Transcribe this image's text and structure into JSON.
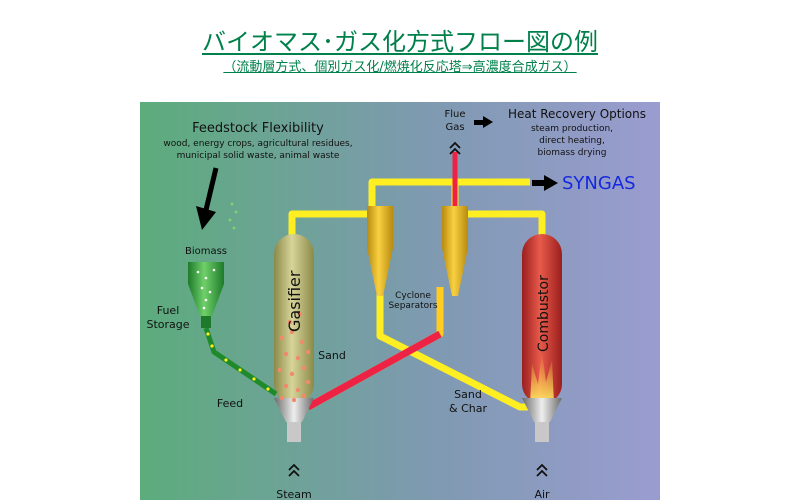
{
  "header": {
    "title": "バイオマス･ガス化方式フロー図の例",
    "subtitle": "（流動層方式、個別ガス化/燃焼化反応塔⇒高濃度合成ガス）"
  },
  "diagram": {
    "feedstock_title": "Feedstock Flexibility",
    "feedstock_line1": "wood, energy crops, agricultural residues,",
    "feedstock_line2": "municipal solid waste, animal waste",
    "biomass": "Biomass",
    "fuel": "Fuel",
    "storage": "Storage",
    "feed": "Feed",
    "gasifier": "Gasifier",
    "sand": "Sand",
    "steam": "Steam",
    "cyclone": "Cyclone",
    "separators": "Separators",
    "sand_and": "Sand",
    "char": "& Char",
    "combustor": "Combustor",
    "air": "Air",
    "flue": "Flue",
    "gas": "Gas",
    "heat_title": "Heat Recovery Options",
    "heat1": "steam production,",
    "heat2": "direct heating,",
    "heat3": "biomass drying",
    "syngas": "SYNGAS"
  },
  "colors": {
    "title": "#00804a",
    "syngas": "#1428e0",
    "yellow_pipe": "#ffee22",
    "red_pipe": "#ee2244"
  }
}
